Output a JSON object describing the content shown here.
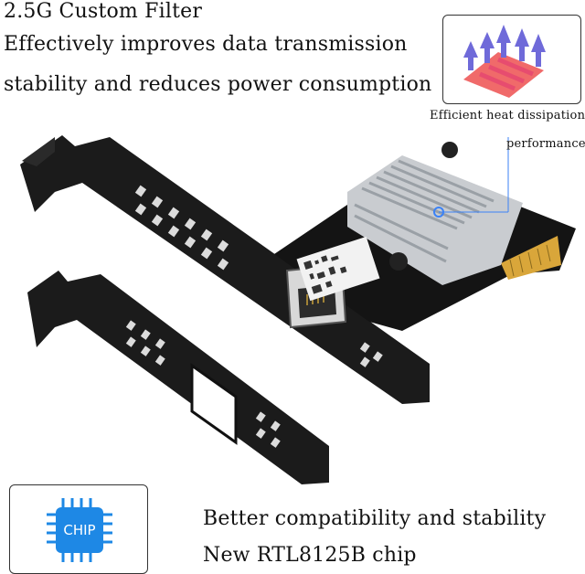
{
  "header": {
    "title": "2.5G Custom Filter",
    "line1": "Effectively improves data transmission",
    "line2": "stability and reduces power consumption"
  },
  "heat_callout": {
    "label_line1": "Efficient heat dissipation",
    "label_line2": "performance",
    "icon": "heat-dissipation-icon"
  },
  "chip_callout": {
    "label": "CHIP",
    "icon": "chip-icon",
    "color": "#1e88e5"
  },
  "captions": {
    "line1": "Better compatibility and stability",
    "line2": "New RTL8125B chip"
  },
  "colors": {
    "bracket": "#1a1a1a",
    "pcb": "#151515",
    "heatsink": "#c9ccd0",
    "gold": "#d9a63a"
  }
}
